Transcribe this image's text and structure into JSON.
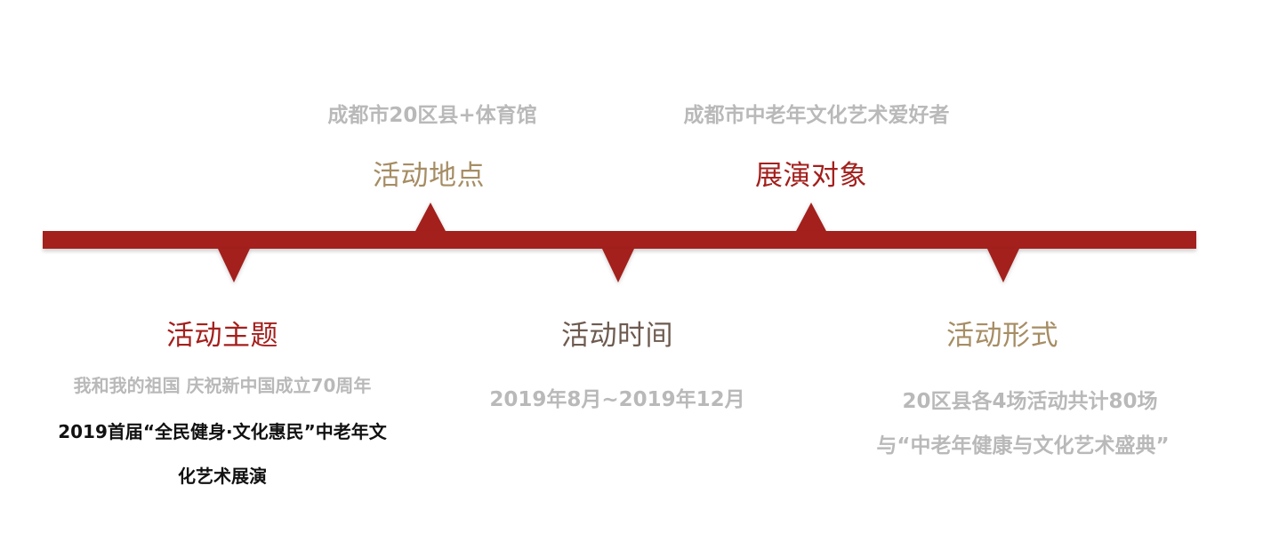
{
  "colors": {
    "bar": "#a3201d",
    "title_red": "#a3201d",
    "title_gold": "#a68d64",
    "title_brown": "#6e5b50",
    "detail_gray": "#b9b9b9",
    "detail_black": "#111111"
  },
  "items": [
    {
      "title": "活动主题",
      "details": [
        "我和我的祖国 庆祝新中国成立70周年"
      ],
      "extra": [
        "2019首届“全民健身·文化惠民”中老年文",
        "化艺术展演"
      ]
    },
    {
      "title": "活动地点",
      "details": [
        "成都市20区县+体育馆"
      ]
    },
    {
      "title": "活动时间",
      "details": [
        "2019年8月~2019年12月"
      ]
    },
    {
      "title": "展演对象",
      "details": [
        "成都市中老年文化艺术爱好者"
      ]
    },
    {
      "title": "活动形式",
      "details": [
        "20区县各4场活动共计80场",
        "与“中老年健康与文化艺术盛典”"
      ]
    }
  ]
}
